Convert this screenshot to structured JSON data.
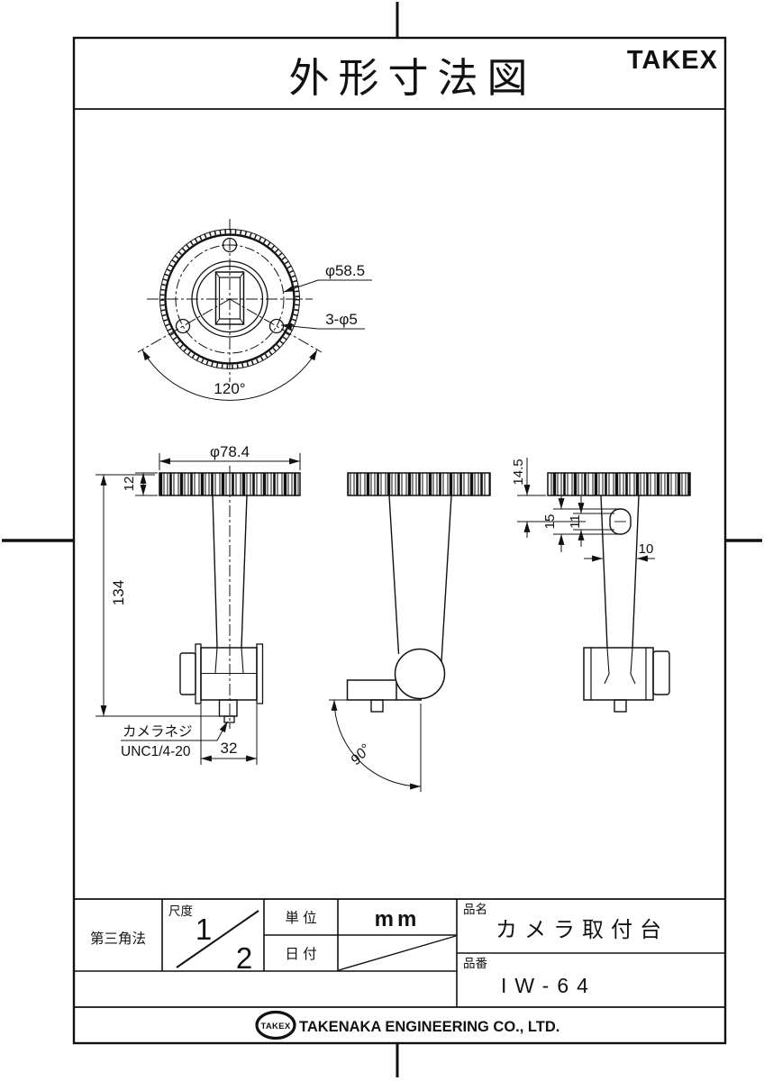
{
  "sheet": {
    "title": "外形寸法図",
    "brand": "TAKEX"
  },
  "top_view": {
    "dim_pitch_circle": "φ58.5",
    "dim_holes": "3-φ5",
    "dim_angle": "120°"
  },
  "front_view": {
    "dim_disc_diameter": "φ78.4",
    "dim_disc_thickness": "12",
    "dim_overall_height": "134",
    "dim_clamp_width": "32",
    "screw_note_line1": "カメラネジ",
    "screw_note_line2": "UNC1/4-20"
  },
  "side_view": {
    "dim_tilt_angle": "90°"
  },
  "rear_view": {
    "dim_disc_to_slot": "14.5",
    "dim_slot_length": "15",
    "dim_slot_inner": "11",
    "dim_stem_width": "10"
  },
  "title_block": {
    "projection": "第三角法",
    "scale_label": "尺度",
    "scale_numerator": "1",
    "scale_denominator": "2",
    "unit_label": "単 位",
    "unit_value": "mm",
    "date_label": "日 付",
    "product_name_label": "品名",
    "product_name": "カメラ取付台",
    "part_number_label": "品番",
    "part_number": "IW-64"
  },
  "footer": {
    "logo_text": "TAKEX",
    "company_name": "TAKENAKA ENGINEERING CO., LTD."
  }
}
